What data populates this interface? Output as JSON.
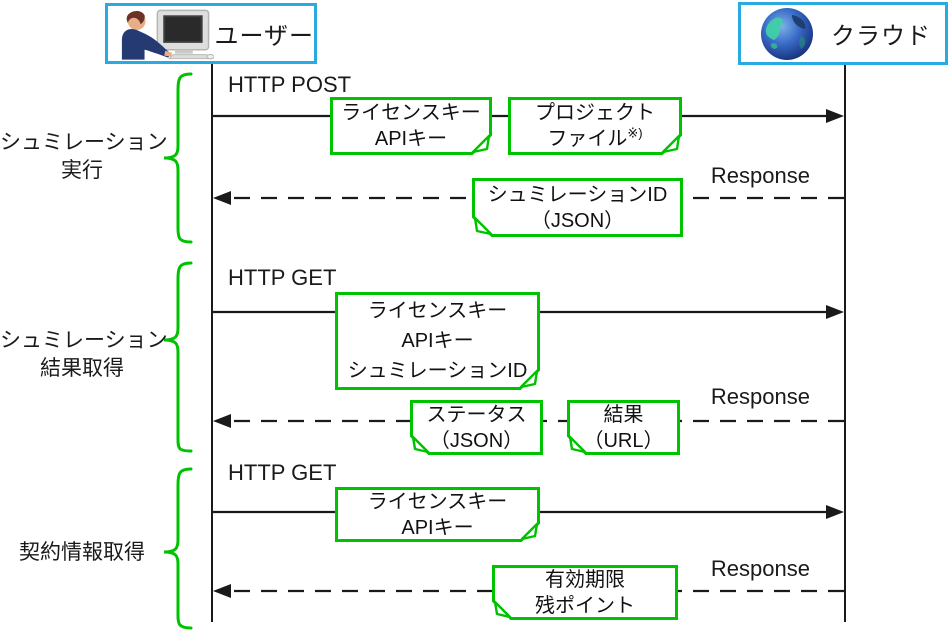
{
  "diagram": {
    "type": "sequence-diagram",
    "actors": {
      "user": {
        "label": "ユーザー",
        "icon": "person-at-computer-icon"
      },
      "cloud": {
        "label": "クラウド",
        "icon": "globe-icon"
      }
    },
    "sections": [
      {
        "name": "simulation-run",
        "label_lines": [
          "シュミレーション",
          "実行"
        ],
        "request": {
          "method": "HTTP POST",
          "notes": [
            {
              "lines": [
                "ライセンスキー",
                "APIキー"
              ]
            },
            {
              "lines": [
                "プロジェクト",
                "ファイル"
              ],
              "superscript": "※)"
            }
          ]
        },
        "response": {
          "label": "Response",
          "notes": [
            {
              "lines": [
                "シュミレーションID",
                "（JSON）"
              ]
            }
          ]
        }
      },
      {
        "name": "simulation-result-fetch",
        "label_lines": [
          "シュミレーション",
          "結果取得"
        ],
        "request": {
          "method": "HTTP GET",
          "notes": [
            {
              "lines": [
                "ライセンスキー",
                "APIキー",
                "シュミレーションID"
              ]
            }
          ]
        },
        "response": {
          "label": "Response",
          "notes": [
            {
              "lines": [
                "ステータス",
                "（JSON）"
              ]
            },
            {
              "lines": [
                "結果",
                "（URL）"
              ]
            }
          ]
        }
      },
      {
        "name": "contract-info-fetch",
        "label_lines": [
          "契約情報取得"
        ],
        "request": {
          "method": "HTTP GET",
          "notes": [
            {
              "lines": [
                "ライセンスキー",
                "APIキー"
              ]
            }
          ]
        },
        "response": {
          "label": "Response",
          "notes": [
            {
              "lines": [
                "有効期限",
                "残ポイント"
              ]
            }
          ]
        }
      }
    ],
    "colors": {
      "actor_border": "#29abe2",
      "note_border": "#00c300",
      "bracket": "#00c300",
      "line": "#1a1a1a"
    }
  }
}
